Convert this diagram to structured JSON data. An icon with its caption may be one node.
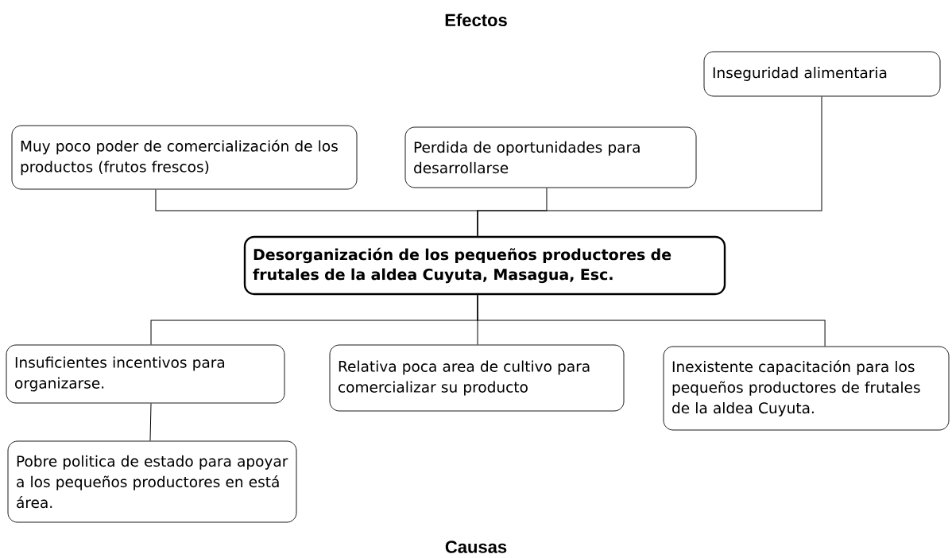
{
  "diagram": {
    "title": "Efectos",
    "nodes": [
      {
        "text": [
          "Inseguridad alimentaria"
        ]
      },
      {
        "text": [
          "Muy poco poder de comercialización de los productos (frutos frescos)"
        ]
      },
      {
        "text": [
          "Perdida de oportunidades para desarrollarse"
        ]
      },
      {
        "text": [
          "Desorganización de los pequeños productores de frutales de la aldea Cuyuta, Masagua, Esc."
        ]
      },
      {
        "text": [
          "Insuficientes incentivos para organizarse."
        ]
      },
      {
        "text": [
          "Relativa poca area de cultivo para comercializar su producto"
        ]
      },
      {
        "text": [
          "Inexistente capacitación para los pequeños productores de frutales de la aldea Cuyuta."
        ]
      },
      {
        "text": [
          "Pobre politica de estado para apoyar a los pequeños productores en está área."
        ]
      }
    ],
    "edges": [
      {
        "from": 3,
        "to": 1,
        "arrow": "none"
      },
      {
        "from": 3,
        "to": 2,
        "arrow": "none"
      },
      {
        "from": 3,
        "to": 0,
        "arrow": "none"
      },
      {
        "from": 3,
        "to": 4,
        "arrow": "none"
      },
      {
        "from": 3,
        "to": 5,
        "arrow": "none"
      },
      {
        "from": 3,
        "to": 6,
        "arrow": "none"
      },
      {
        "from": 4,
        "to": 7,
        "arrow": "none"
      }
    ],
    "labels": [
      "Causas"
    ]
  }
}
